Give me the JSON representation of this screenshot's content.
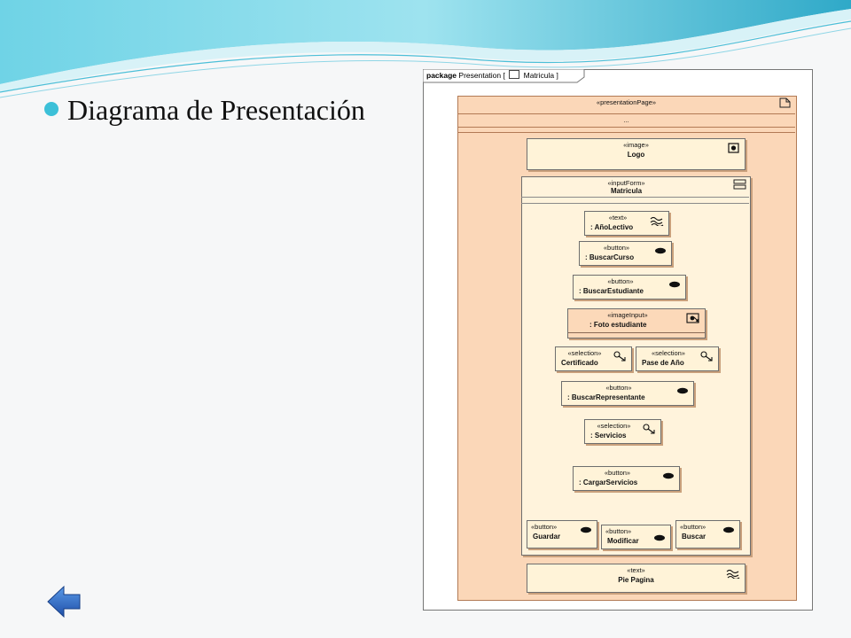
{
  "slide": {
    "bullet": "Diagrama de Presentación"
  },
  "diagram": {
    "frame_label_keyword": "package",
    "frame_label_name": "Presentation",
    "frame_label_bracket_open": "[",
    "frame_label_diagram": "Matricula",
    "frame_label_bracket_close": "]",
    "page": {
      "stereotype": "«presentationPage»",
      "ellipsis": "..."
    },
    "logo": {
      "stereotype": "«image»",
      "name": "Logo"
    },
    "form": {
      "stereotype": "«inputForm»",
      "name": "Matricula"
    },
    "elements": {
      "anio_lectivo": {
        "stereotype": "«text»",
        "name": ": AñoLectivo"
      },
      "buscar_curso": {
        "stereotype": "«button»",
        "name": ": BuscarCurso"
      },
      "buscar_estudiante": {
        "stereotype": "«button»",
        "name": ": BuscarEstudiante"
      },
      "foto_estudiante": {
        "stereotype": "«imageInput»",
        "name": ": Foto estudiante"
      },
      "certificado": {
        "stereotype": "«selection»",
        "name": "Certificado"
      },
      "pase_de_anio": {
        "stereotype": "«selection»",
        "name": "Pase de Año"
      },
      "buscar_representante": {
        "stereotype": "«button»",
        "name": ": BuscarRepresentante"
      },
      "servicios": {
        "stereotype": "«selection»",
        "name": ": Servicios"
      },
      "cargar_servicios": {
        "stereotype": "«button»",
        "name": ": CargarServicios"
      },
      "guardar": {
        "stereotype": "«button»",
        "name": "Guardar"
      },
      "modificar": {
        "stereotype": "«button»",
        "name": "Modificar"
      },
      "buscar": {
        "stereotype": "«button»",
        "name": "Buscar"
      }
    },
    "pie_pagina": {
      "stereotype": "«text»",
      "name": "Pie Pagina"
    }
  },
  "colors": {
    "accent": "#3cc0d8",
    "page_fill": "#fbd7b8",
    "element_fill": "#fff3d8",
    "back_arrow": "#2f6fd1"
  }
}
